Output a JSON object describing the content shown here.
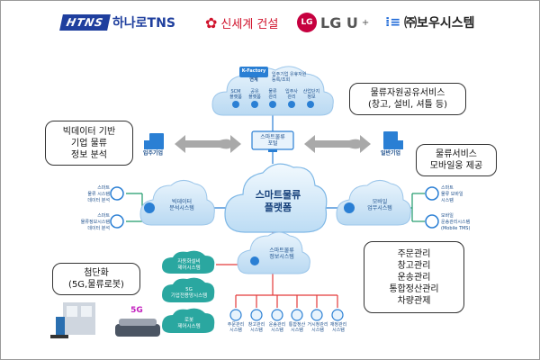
{
  "logos": {
    "htns": "HTNS",
    "hanaro": "하나로TNS",
    "shinsegae": "신세계 건설",
    "lg": "LG U",
    "lg_sup": "+",
    "lg_circle": "LG",
    "boo": "㈜보우시스템"
  },
  "top_cloud": {
    "title": "K-Factory",
    "subtitle": "연계",
    "note1": "입주기업 유휴자원",
    "note2": "등록/조회",
    "items": [
      "SCM\n플랫폼",
      "공유\n플랫폼",
      "물류\n관리",
      "입주사\n관리",
      "산업단지\n정보"
    ]
  },
  "left_bubble": {
    "lines": [
      "빅데이터 기반",
      "기업 물류",
      "정보 분석"
    ]
  },
  "right_top_bubble": {
    "lines": [
      "물류자원공유서비스",
      "(창고, 설비, 셔틀 등)"
    ]
  },
  "right_mid_bubble": {
    "lines": [
      "물류서비스",
      "모바일웅 제공"
    ]
  },
  "bottom_left_bubble": {
    "lines": [
      "첨단화",
      "(5G,물류로봇)"
    ]
  },
  "bottom_right_bubble": {
    "lines": [
      "주문관리",
      "창고관리",
      "운송관리",
      "통합정산관리",
      "차량관제"
    ]
  },
  "tenants": {
    "left": "입주기업",
    "right": "일반기업"
  },
  "portal": "스마트물류\n포털",
  "center_cloud": {
    "line1": "스마트물류",
    "line2": "플랫폼"
  },
  "left_cloud": "빅데이터\n분석시스템",
  "right_cloud": "모바일\n업무시스템",
  "bottom_cloud": "스마트물류\n정보시스템",
  "left_items": [
    "스마트\n물류 시스템\n데이터 분석",
    "스마트\n물류정보시스템\n데이터 분석"
  ],
  "right_items": [
    "스마트\n물류 모바일\n시스템",
    "모바일\n운송관리시스템\n(Mobile TMS)"
  ],
  "green_pills": [
    "자동화설비\n제어시스템",
    "5G\n기업전용망시스템",
    "로봇\n제어시스템"
  ],
  "bottom_systems": [
    "주문관리\n시스템",
    "창고관리\n시스템",
    "운송관리\n시스템",
    "통합정산\n시스템",
    "거시정관리\n시스템",
    "재정관리\n시스템"
  ],
  "fiveg_label": "5G"
}
